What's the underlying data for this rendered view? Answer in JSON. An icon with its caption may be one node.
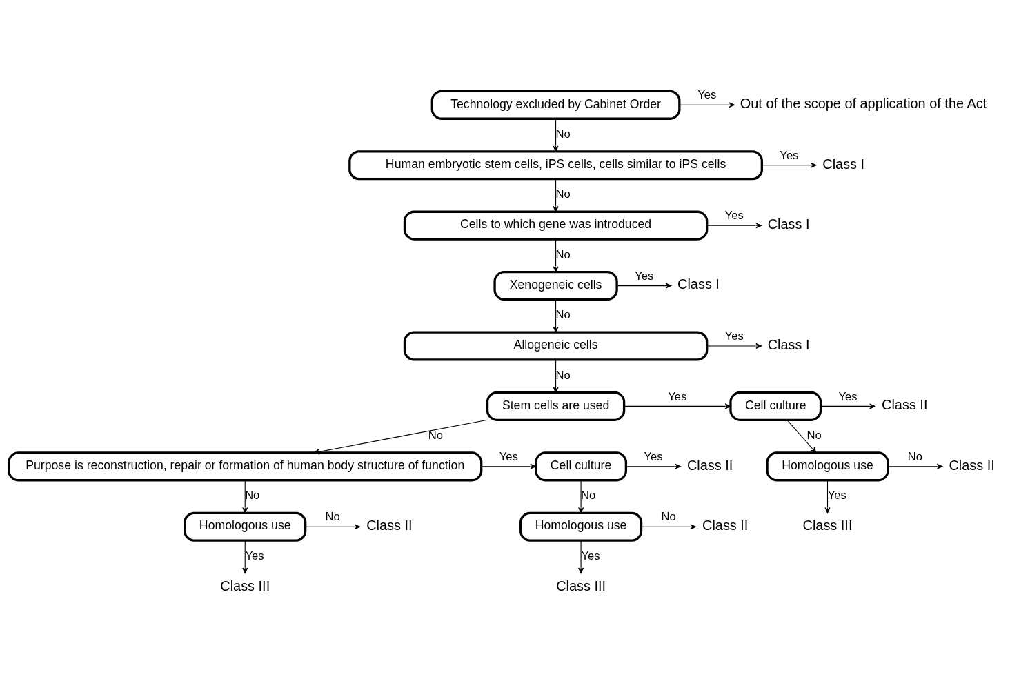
{
  "diagram": {
    "nodes": [
      {
        "text": [
          "Technology excluded by Cabinet Order"
        ]
      },
      {
        "text": [
          "Out of the scope of application of the Act"
        ]
      },
      {
        "text": [
          "Human embryotic stem cells, iPS cells, cells similar to iPS cells"
        ]
      },
      {
        "text": [
          "Class I"
        ]
      },
      {
        "text": [
          "Cells to which gene was introduced"
        ]
      },
      {
        "text": [
          "Class I"
        ]
      },
      {
        "text": [
          "Xenogeneic cells"
        ]
      },
      {
        "text": [
          "Class I"
        ]
      },
      {
        "text": [
          "Allogeneic cells"
        ]
      },
      {
        "text": [
          "Class I"
        ]
      },
      {
        "text": [
          "Stem cells are used"
        ]
      },
      {
        "text": [
          "Cell culture"
        ]
      },
      {
        "text": [
          "Class II"
        ]
      },
      {
        "text": [
          "Homologous use"
        ]
      },
      {
        "text": [
          "Class II"
        ]
      },
      {
        "text": [
          "Class III"
        ]
      },
      {
        "text": [
          "Purpose is reconstruction, repair or formation of human body structure of function"
        ]
      },
      {
        "text": [
          "Cell culture"
        ]
      },
      {
        "text": [
          "Class II"
        ]
      },
      {
        "text": [
          "Homologous use"
        ]
      },
      {
        "text": [
          "Class II"
        ]
      },
      {
        "text": [
          "Class III"
        ]
      },
      {
        "text": [
          "Homologous use"
        ]
      },
      {
        "text": [
          "Class II"
        ]
      },
      {
        "text": [
          "Class III"
        ]
      }
    ],
    "edges": [
      {
        "from": 0,
        "to": 1,
        "arrow": "to",
        "label": "Yes"
      },
      {
        "from": 0,
        "to": 2,
        "arrow": "to",
        "label": "No"
      },
      {
        "from": 2,
        "to": 3,
        "arrow": "to",
        "label": "Yes"
      },
      {
        "from": 2,
        "to": 4,
        "arrow": "to",
        "label": "No"
      },
      {
        "from": 4,
        "to": 5,
        "arrow": "to",
        "label": "Yes"
      },
      {
        "from": 4,
        "to": 6,
        "arrow": "to",
        "label": "No"
      },
      {
        "from": 6,
        "to": 7,
        "arrow": "to",
        "label": "Yes"
      },
      {
        "from": 6,
        "to": 8,
        "arrow": "to",
        "label": "No"
      },
      {
        "from": 8,
        "to": 9,
        "arrow": "to",
        "label": "Yes"
      },
      {
        "from": 8,
        "to": 10,
        "arrow": "to",
        "label": "No"
      },
      {
        "from": 10,
        "to": 11,
        "arrow": "to",
        "label": "Yes"
      },
      {
        "from": 10,
        "to": 16,
        "arrow": "to",
        "label": "No"
      },
      {
        "from": 11,
        "to": 12,
        "arrow": "to",
        "label": "Yes"
      },
      {
        "from": 11,
        "to": 13,
        "arrow": "to",
        "label": "No"
      },
      {
        "from": 13,
        "to": 14,
        "arrow": "to",
        "label": "No"
      },
      {
        "from": 13,
        "to": 15,
        "arrow": "to",
        "label": "Yes"
      },
      {
        "from": 16,
        "to": 17,
        "arrow": "to",
        "label": "Yes"
      },
      {
        "from": 16,
        "to": 22,
        "arrow": "to",
        "label": "No"
      },
      {
        "from": 17,
        "to": 18,
        "arrow": "to",
        "label": "Yes"
      },
      {
        "from": 17,
        "to": 19,
        "arrow": "to",
        "label": "No"
      },
      {
        "from": 19,
        "to": 20,
        "arrow": "to",
        "label": "No"
      },
      {
        "from": 19,
        "to": 21,
        "arrow": "to",
        "label": "Yes"
      },
      {
        "from": 22,
        "to": 23,
        "arrow": "to",
        "label": "No"
      },
      {
        "from": 22,
        "to": 24,
        "arrow": "to",
        "label": "Yes"
      }
    ]
  }
}
